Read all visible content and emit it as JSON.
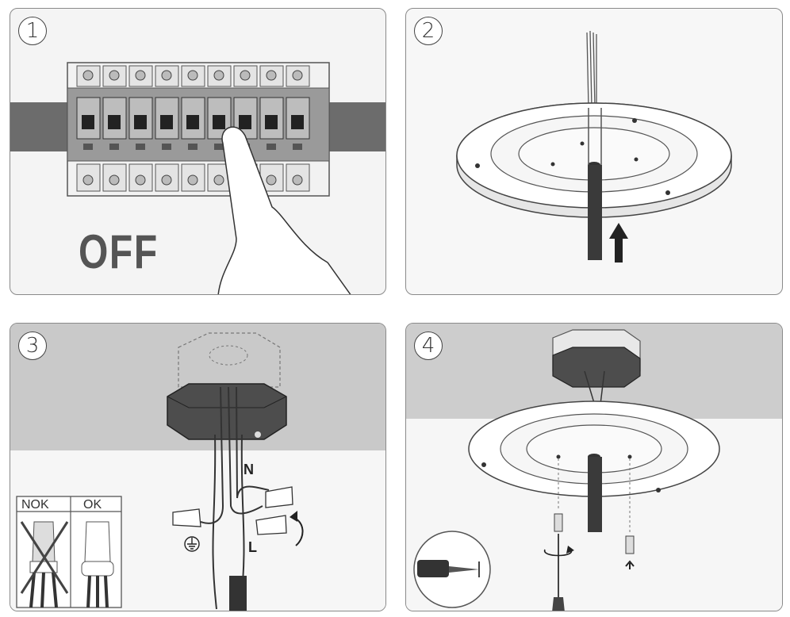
{
  "steps": [
    {
      "number": "1",
      "label": "OFF"
    },
    {
      "number": "2"
    },
    {
      "number": "3",
      "wire_labels": {
        "neutral": "N",
        "live": "L"
      },
      "comparison": {
        "bad": "NOK",
        "good": "OK"
      }
    },
    {
      "number": "4"
    }
  ]
}
